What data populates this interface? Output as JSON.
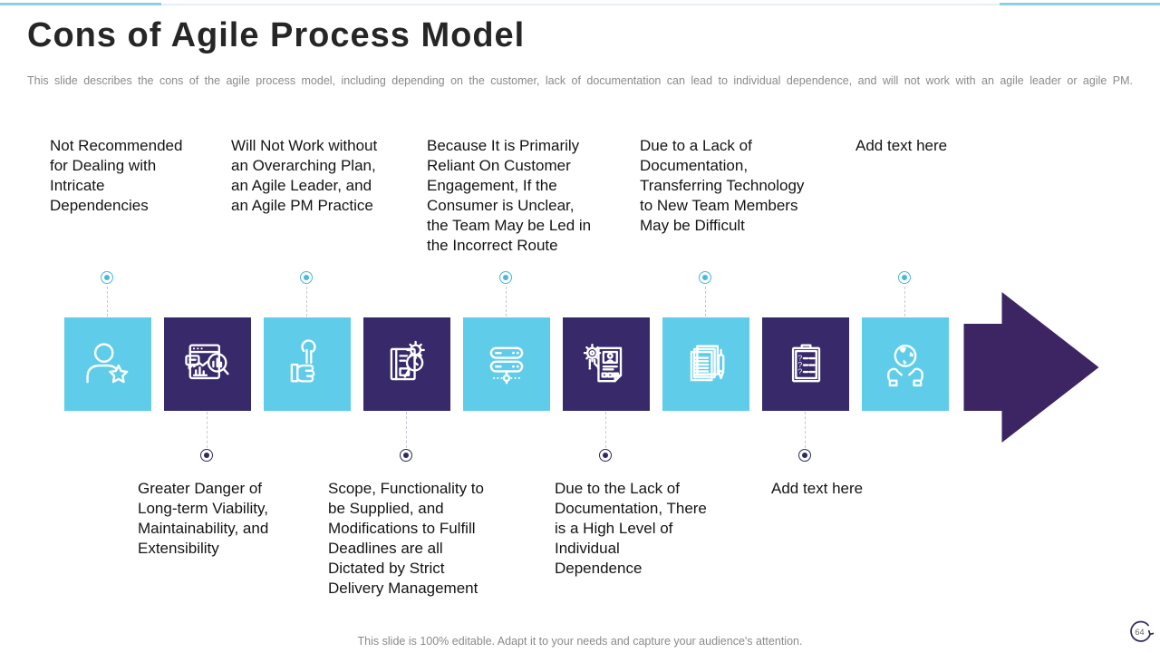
{
  "header": {
    "title": "Cons of Agile Process Model",
    "subtitle": "This slide describes the cons of the agile process model, including depending on the customer, lack of documentation can lead to individual dependence, and will not work with an agile leader or agile PM."
  },
  "top_labels": [
    {
      "text": "Not Recommended for Dealing with Intricate Dependencies"
    },
    {
      "text": "Will Not Work without an Overarching Plan, an Agile Leader, and an Agile PM Practice"
    },
    {
      "text": "Because It is Primarily Reliant On Customer Engagement, If the Consumer is Unclear, the Team May be Led in the Incorrect Route"
    },
    {
      "text": "Due to a Lack of Documentation, Transferring Technology to New Team Members May be Difficult"
    },
    {
      "text": "Add text here"
    }
  ],
  "bottom_labels": [
    {
      "text": "Greater Danger of Long-term Viability, Maintainability,  and Extensibility"
    },
    {
      "text": "Scope, Functionality to be Supplied, and Modifications to Fulfill Deadlines are all Dictated by Strict Delivery Management"
    },
    {
      "text": "Due to the Lack of Documentation, There is a High Level of Individual Dependence"
    },
    {
      "text": "Add text here"
    }
  ],
  "timeline": {
    "tiles": [
      {
        "icon": "user-star-icon",
        "variant": "cyan"
      },
      {
        "icon": "browser-analytics-magnifier-icon",
        "variant": "purple"
      },
      {
        "icon": "hand-holding-wrench-icon",
        "variant": "cyan"
      },
      {
        "icon": "blueprint-gear-magnifier-icon",
        "variant": "purple"
      },
      {
        "icon": "server-stack-icon",
        "variant": "cyan"
      },
      {
        "icon": "id-document-gear-icon",
        "variant": "purple"
      },
      {
        "icon": "documents-pen-icon",
        "variant": "cyan"
      },
      {
        "icon": "checklist-clipboard-icon",
        "variant": "purple"
      },
      {
        "icon": "hands-holding-globe-icon",
        "variant": "cyan"
      }
    ]
  },
  "footer": {
    "note": "This slide is 100% editable. Adapt it to your needs and capture your audience's attention.",
    "page_number": "64"
  },
  "colors": {
    "tile_cyan": "#5fcde9",
    "tile_purple": "#38296a",
    "arrow_purple": "#3d2462",
    "accent_line": "#8fcfe2",
    "dot_cyan": "#49b8d9",
    "dot_dark": "#2e2a5e",
    "title_text": "#262626",
    "muted_text": "#8a8a8a"
  }
}
